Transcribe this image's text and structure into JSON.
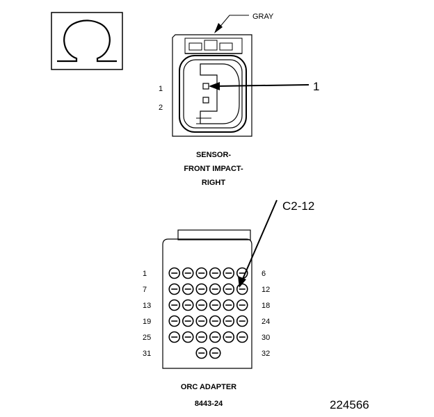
{
  "meter_symbol": {
    "icon": "ohm-symbol"
  },
  "sensor_connector": {
    "wire_color_label": "GRAY",
    "pin_labels": [
      "1",
      "2"
    ],
    "callout": "1",
    "caption_lines": [
      "SENSOR-",
      "FRONT IMPACT-",
      "RIGHT"
    ]
  },
  "adapter_connector": {
    "callout": "C2-12",
    "left_row_labels": [
      "1",
      "7",
      "13",
      "19",
      "25",
      "31"
    ],
    "right_row_labels": [
      "6",
      "12",
      "18",
      "24",
      "30",
      "32"
    ],
    "row_pin_counts": [
      6,
      6,
      6,
      6,
      6,
      2
    ],
    "caption": "ORC ADAPTER",
    "part_number": "8443-24"
  },
  "figure_number": "224566"
}
